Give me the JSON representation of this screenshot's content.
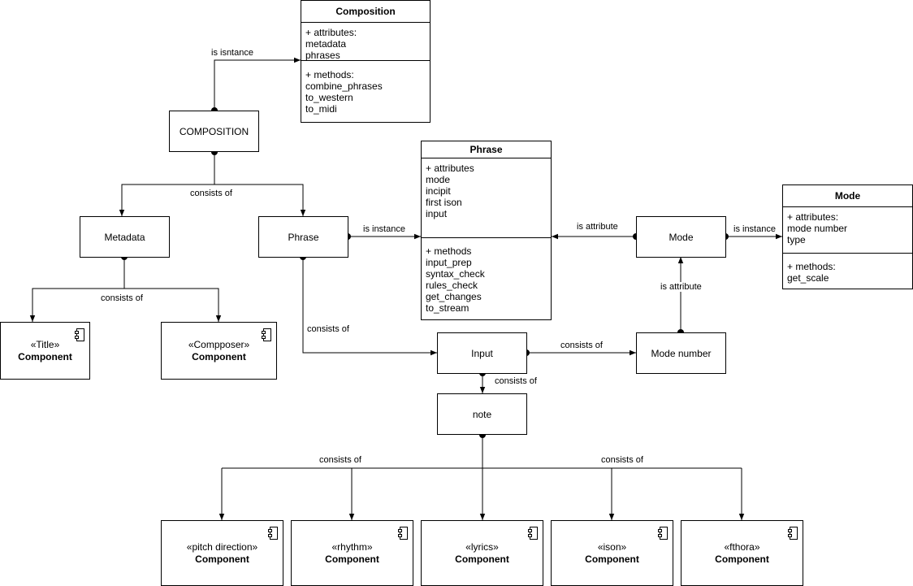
{
  "classes": {
    "composition": {
      "title": "Composition",
      "attributes": [
        "+ attributes:",
        "metadata",
        "phrases"
      ],
      "methods": [
        "+ methods:",
        "combine_phrases",
        "to_western",
        "to_midi"
      ]
    },
    "phrase": {
      "title": "Phrase",
      "attributes": [
        "+ attributes",
        "mode",
        "incipit",
        "first ison",
        "input"
      ],
      "methods": [
        "+ methods",
        "input_prep",
        "syntax_check",
        "rules_check",
        "get_changes",
        "to_stream"
      ]
    },
    "mode": {
      "title": "Mode",
      "attributes": [
        "+ attributes:",
        "mode number",
        "type"
      ],
      "methods": [
        "+ methods:",
        "get_scale"
      ]
    }
  },
  "nodes": {
    "composition": "COMPOSITION",
    "metadata": "Metadata",
    "phrase": "Phrase",
    "mode": "Mode",
    "input": "Input",
    "mode_number": "Mode number",
    "note": "note"
  },
  "components": {
    "title": {
      "stereotype": "«Title»",
      "name": "Component"
    },
    "composer": {
      "stereotype": "«Compposer»",
      "name": "Component"
    },
    "pitch_direction": {
      "stereotype": "«pitch direction»",
      "name": "Component"
    },
    "rhythm": {
      "stereotype": "«rhythm»",
      "name": "Component"
    },
    "lyrics": {
      "stereotype": "«lyrics»",
      "name": "Component"
    },
    "ison": {
      "stereotype": "«ison»",
      "name": "Component"
    },
    "fthora": {
      "stereotype": "«fthora»",
      "name": "Component"
    }
  },
  "edge_labels": {
    "composition_instance": "is isntance",
    "composition_consists": "consists of",
    "metadata_consists": "consists of",
    "phrase_instance": "is instance",
    "phrase_consists": "consists of",
    "mode_attribute": "is attribute",
    "mode_instance": "is instance",
    "modenumber_attribute": "is attribute",
    "input_consists_modenumber": "consists of",
    "input_consists_note": "consists of",
    "note_consists_left": "consists of",
    "note_consists_right": "consists of"
  }
}
